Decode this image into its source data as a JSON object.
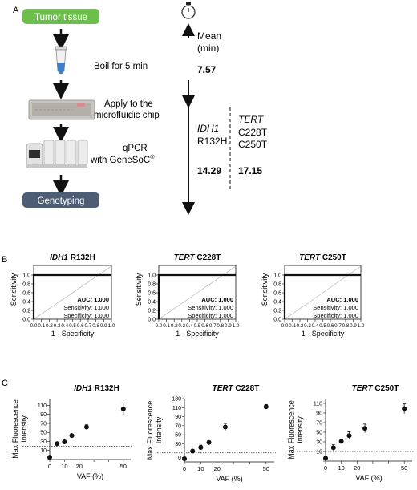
{
  "panel_a": {
    "label": "A",
    "steps": [
      "Tumor tissue",
      "Boil for 5 min",
      "Apply to the",
      "microfluidic chip",
      "qPCR",
      "with GeneSoC",
      "®",
      "Genotyping"
    ],
    "timer_icon": "stopwatch-icon",
    "mean_header": [
      "Mean",
      "(min)"
    ],
    "boil_mean": "7.57",
    "idh1_gene": "IDH1",
    "idh1_mut": "R132H",
    "tert_gene": "TERT",
    "tert_mut1": "C228T",
    "tert_mut2": "C250T",
    "idh1_time": "14.29",
    "tert_time": "17.15",
    "colors": {
      "tumor_box": "#6cbf4a",
      "genotyping_box": "#4d5d73"
    }
  },
  "panel_b": {
    "label": "B",
    "ylabel": "Sensitivity",
    "xlabel": "1 - Specificity",
    "ticks": [
      "0.0",
      "0.1",
      "0.2",
      "0.3",
      "0.4",
      "0.5",
      "0.6",
      "0.7",
      "0.8",
      "0.9",
      "1.0"
    ],
    "auc": "AUC: 1.000",
    "sens": "Sensitivity: 1.000",
    "spec": "Specificity: 1.000"
  },
  "panel_c": {
    "label": "C",
    "ylabel": [
      "Max Fluorescence",
      "Intensity"
    ],
    "xlabel": "VAF (%)"
  },
  "chart_data": [
    {
      "type": "line",
      "title_gene": "IDH1",
      "title_mut": " R132H",
      "x": [
        0,
        1
      ],
      "y": [
        1,
        1
      ],
      "roc_points": [
        [
          0,
          0
        ],
        [
          0,
          1
        ],
        [
          1,
          1
        ]
      ],
      "xlim": [
        0,
        1
      ],
      "ylim": [
        0,
        1
      ]
    },
    {
      "type": "line",
      "title_gene": "TERT",
      "title_mut": " C228T",
      "x": [
        0,
        1
      ],
      "y": [
        1,
        1
      ],
      "roc_points": [
        [
          0,
          0
        ],
        [
          0,
          1
        ],
        [
          1,
          1
        ]
      ],
      "xlim": [
        0,
        1
      ],
      "ylim": [
        0,
        1
      ]
    },
    {
      "type": "line",
      "title_gene": "TERT",
      "title_mut": " C250T",
      "x": [
        0,
        1
      ],
      "y": [
        1,
        1
      ],
      "roc_points": [
        [
          0,
          0
        ],
        [
          0,
          1
        ],
        [
          1,
          1
        ]
      ],
      "xlim": [
        0,
        1
      ],
      "ylim": [
        0,
        1
      ]
    },
    {
      "type": "scatter",
      "title_gene": "IDH1",
      "title_mut": " R132H",
      "x": [
        0,
        5,
        10,
        15,
        25,
        50
      ],
      "y": [
        -5,
        25,
        29,
        43,
        62,
        102
      ],
      "err": [
        3,
        3,
        3,
        3,
        5,
        13
      ],
      "threshold": 19,
      "xticks": [
        0,
        10,
        20,
        30,
        40,
        50
      ],
      "xticklabels": [
        "0",
        "10",
        "20",
        "",
        "",
        "50"
      ],
      "yticks": [
        -10,
        10,
        30,
        50,
        70,
        90,
        110
      ],
      "ytick_labels": [
        "",
        "10",
        "30",
        "50",
        "70",
        "90",
        "110"
      ],
      "xlim": [
        0,
        55
      ],
      "ylim": [
        -10,
        125
      ]
    },
    {
      "type": "scatter",
      "title_gene": "TERT",
      "title_mut": " C228T",
      "x": [
        0,
        5,
        10,
        15,
        25,
        50
      ],
      "y": [
        -3,
        14,
        22,
        33,
        67,
        112
      ],
      "err": [
        3,
        3,
        5,
        4,
        8,
        5
      ],
      "threshold": 10,
      "xticks": [
        0,
        10,
        20,
        30,
        40,
        50
      ],
      "xticklabels": [
        "0",
        "10",
        "20",
        "",
        "",
        "50"
      ],
      "yticks": [
        0,
        30,
        50,
        70,
        90,
        110,
        130
      ],
      "ytick_labels": [
        "0",
        "30",
        "50",
        "70",
        "90",
        "110",
        "130"
      ],
      "xlim": [
        0,
        55
      ],
      "ylim": [
        -10,
        130
      ]
    },
    {
      "type": "scatter",
      "title_gene": "TERT",
      "title_mut": " C250T",
      "x": [
        0,
        5,
        10,
        15,
        25,
        50
      ],
      "y": [
        -4,
        18,
        31,
        43,
        58,
        99
      ],
      "err": [
        3,
        6,
        3,
        8,
        9,
        10
      ],
      "threshold": 10,
      "xticks": [
        0,
        10,
        20,
        30,
        40,
        50
      ],
      "xticklabels": [
        "0",
        "10",
        "20",
        "",
        "",
        "50"
      ],
      "yticks": [
        -10,
        10,
        30,
        50,
        70,
        90,
        110
      ],
      "ytick_labels": [
        "",
        "10",
        "30",
        "50",
        "70",
        "90",
        "110"
      ],
      "xlim": [
        0,
        55
      ],
      "ylim": [
        -10,
        120
      ]
    }
  ]
}
